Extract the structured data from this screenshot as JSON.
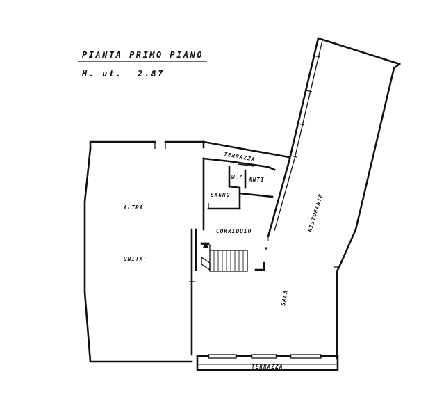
{
  "title": {
    "line1": "PIANTA PRIMO PIANO",
    "line2_label": "H. ut.",
    "line2_value": "2.87"
  },
  "rooms": {
    "terrazza_top": "TERRAZZA",
    "wc": "W.C.",
    "anti": "ANTI",
    "bagno": "BAGNO",
    "corridoio": "CORRIDOIO",
    "altra": "ALTRA",
    "unita": "UNITA'",
    "ristorante": "RISTORANTE",
    "sala": "SALA",
    "terrazza_bottom": "TERRAZZA"
  }
}
